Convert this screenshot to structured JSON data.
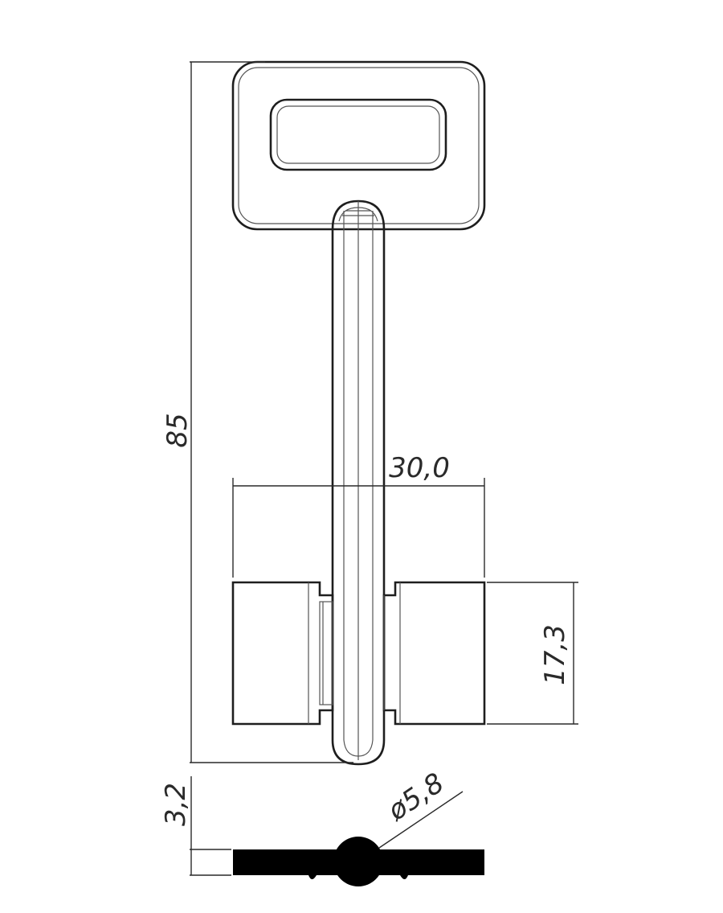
{
  "drawing": {
    "subject": "double-bit key",
    "dimensions": {
      "overall_length": "85",
      "bit_span": "30,0",
      "bit_height": "17,3",
      "profile_thickness": "3,2",
      "shank_diameter": "ø5,8"
    }
  }
}
